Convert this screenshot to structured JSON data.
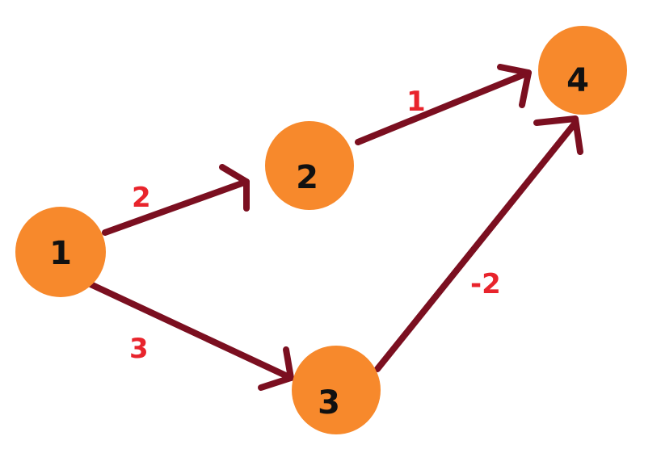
{
  "colors": {
    "node_fill": "#f7892c",
    "edge_stroke": "#7b0f20",
    "edge_label": "#e8242c",
    "node_label": "#111111",
    "background": "#ffffff"
  },
  "nodes": [
    {
      "id": "1",
      "label": "1"
    },
    {
      "id": "2",
      "label": "2"
    },
    {
      "id": "3",
      "label": "3"
    },
    {
      "id": "4",
      "label": "4"
    }
  ],
  "edges": [
    {
      "from": "1",
      "to": "2",
      "weight": "2"
    },
    {
      "from": "1",
      "to": "3",
      "weight": "3"
    },
    {
      "from": "2",
      "to": "4",
      "weight": "1"
    },
    {
      "from": "3",
      "to": "4",
      "weight": "-2"
    }
  ]
}
